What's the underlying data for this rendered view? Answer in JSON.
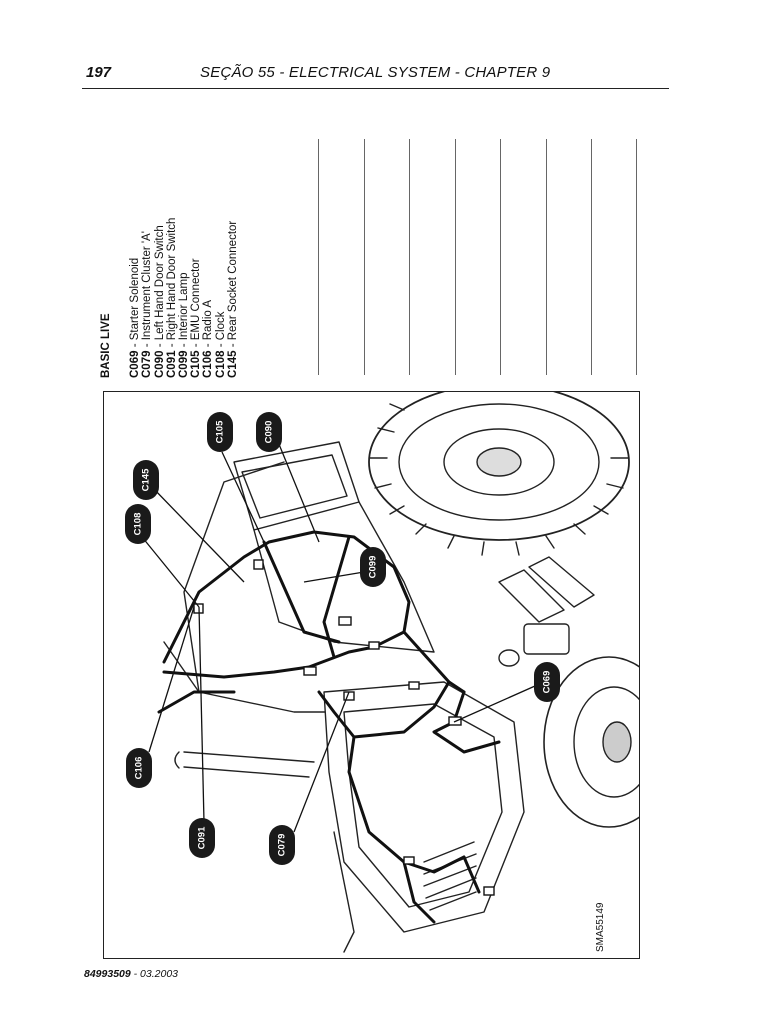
{
  "header": {
    "page_number": "197",
    "section_title": "SEÇÃO 55 - ELECTRICAL SYSTEM - CHAPTER 9"
  },
  "legend": {
    "heading": "BASIC LIVE",
    "items": [
      {
        "code": "C069",
        "label": " - Starter Solenoid"
      },
      {
        "code": "C079",
        "label": " - Instrument Cluster 'A'"
      },
      {
        "code": "C090",
        "label": " - Left Hand Door Switch"
      },
      {
        "code": "C091",
        "label": " - Right Hand Door Switch"
      },
      {
        "code": "C099",
        "label": " - Interior Lamp"
      },
      {
        "code": "C105",
        "label": " - EMU Connector"
      },
      {
        "code": "C106",
        "label": " - Radio A"
      },
      {
        "code": "C108",
        "label": " - Clock"
      },
      {
        "code": "C145",
        "label": " - Rear Socket Connector"
      }
    ]
  },
  "figure": {
    "callouts": [
      "C105",
      "C090",
      "C145",
      "C108",
      "C099",
      "C069",
      "C106",
      "C091",
      "C079"
    ],
    "id": "SMA55149"
  },
  "footer": {
    "doc_number": "84993509",
    "date": " - 03.2003"
  },
  "colors": {
    "ink": "#111111",
    "callout_fill": "#1a1a1a",
    "callout_text": "#ffffff",
    "rule": "#666666"
  }
}
